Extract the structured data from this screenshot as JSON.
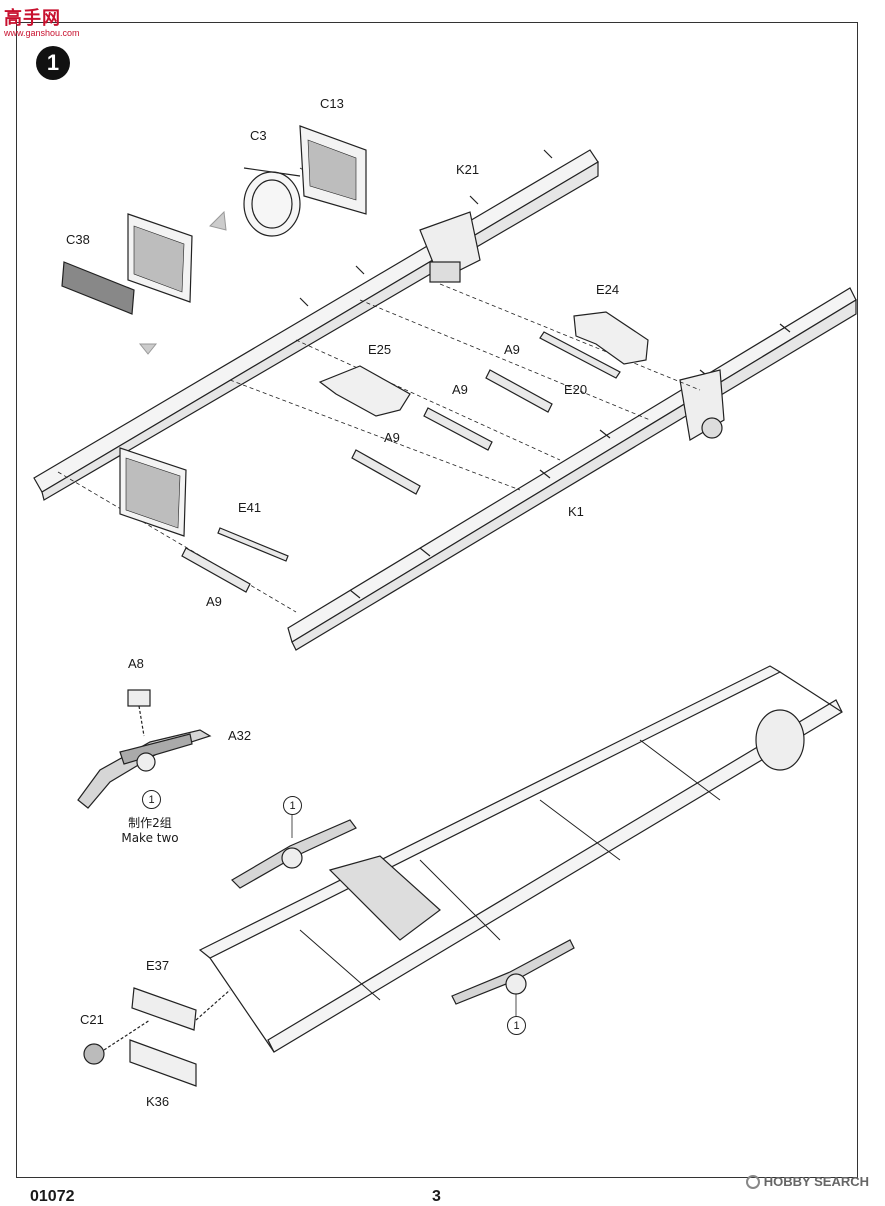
{
  "site": {
    "name": "高手网",
    "url": "www.ganshou.com"
  },
  "step": {
    "number": "1"
  },
  "labels": {
    "c13": "C13",
    "c3": "C3",
    "c38": "C38",
    "k21": "K21",
    "e24": "E24",
    "e25": "E25",
    "a9_1": "A9",
    "a9_2": "A9",
    "a9_3": "A9",
    "a9_4": "A9",
    "e20": "E20",
    "k1": "K1",
    "e41": "E41",
    "a8": "A8",
    "a32": "A32",
    "e37": "E37",
    "c21": "C21",
    "k36": "K36"
  },
  "subassembly": {
    "callout": "1",
    "note_cn": "制作2组",
    "note_en": "Make two"
  },
  "footer": {
    "code": "01072",
    "page": "3"
  },
  "watermark": {
    "text": "HOBBY SEARCH"
  }
}
